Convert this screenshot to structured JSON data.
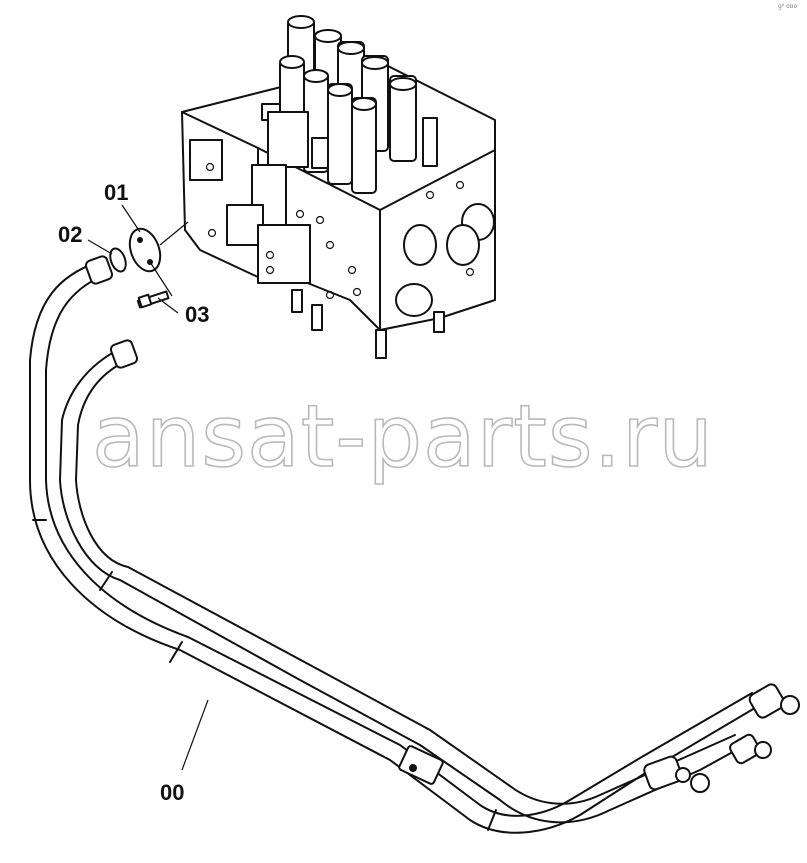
{
  "callouts": [
    {
      "id": "01",
      "label": "01"
    },
    {
      "id": "02",
      "label": "02"
    },
    {
      "id": "03",
      "label": "03"
    },
    {
      "id": "00",
      "label": "00"
    }
  ],
  "watermark": "ansat-parts.ru",
  "corner_mark": "g⁰ ooo"
}
